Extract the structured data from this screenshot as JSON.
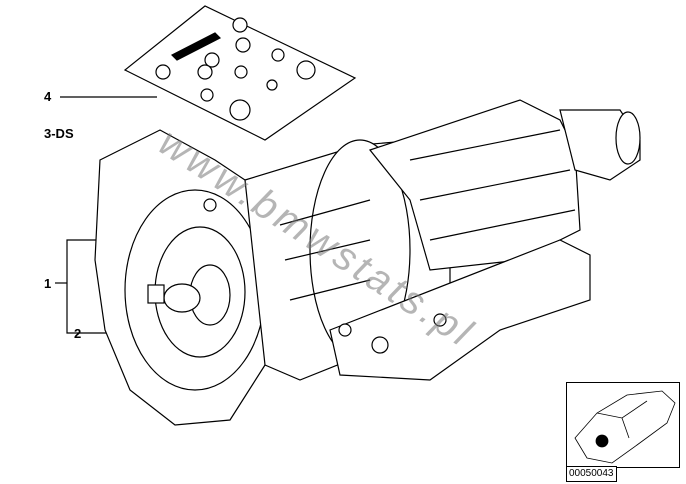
{
  "labels": {
    "item4": "4",
    "variant": "3-DS",
    "item1": "1",
    "item2": "2"
  },
  "watermark": "www.bmwstats.pl",
  "inset": {
    "diagram_code": "00050043"
  }
}
